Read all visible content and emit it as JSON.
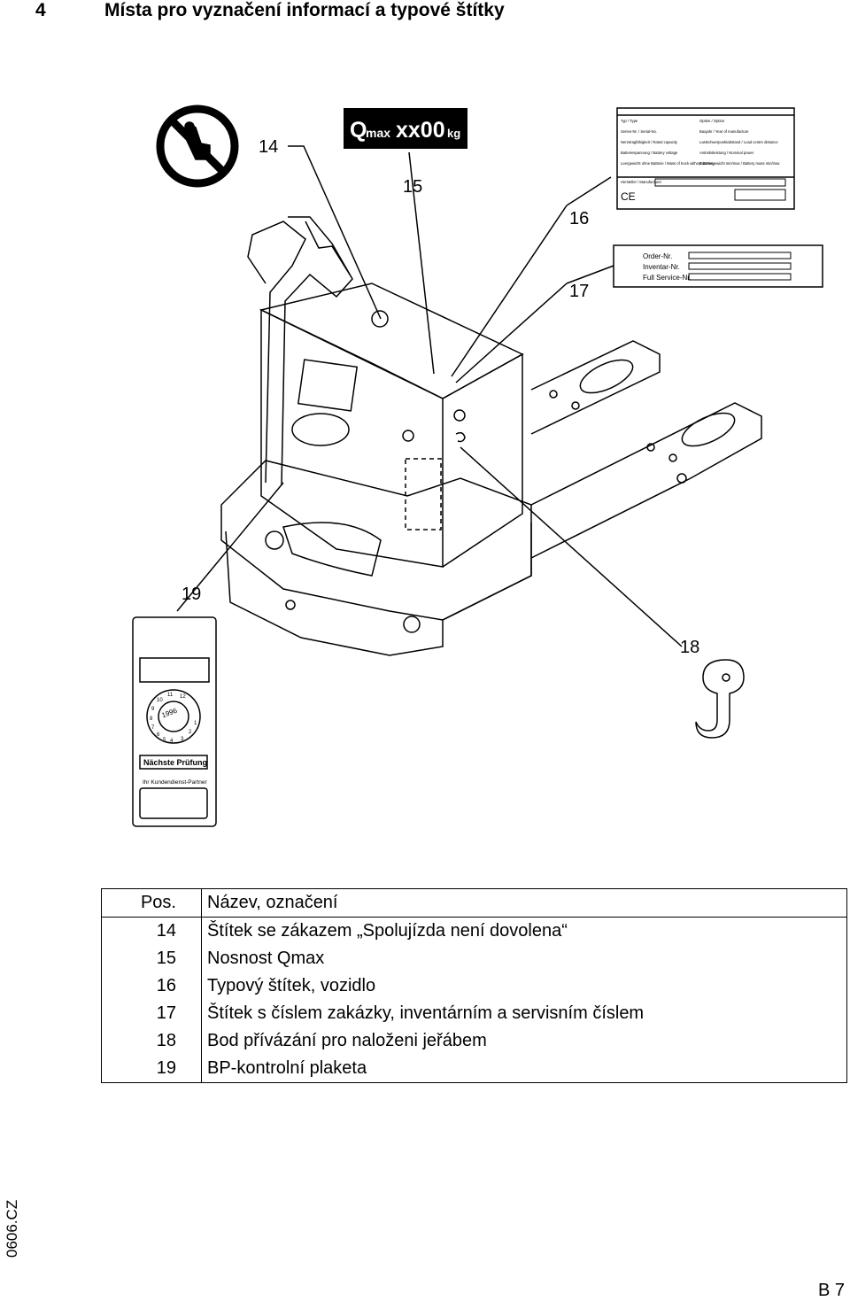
{
  "heading": {
    "number": "4",
    "title": "Místa pro vyznačení informací a typové štítky"
  },
  "callouts": {
    "c14": "14",
    "c15": "15",
    "c16": "16",
    "c17": "17",
    "c18": "18",
    "c19": "19"
  },
  "qmax_label": {
    "q": "Q",
    "max": "max",
    "value": "xx00",
    "unit": "kg"
  },
  "type_plate": {
    "left": [
      "Typ / Type",
      "Serien-Nr. / Serial-No.",
      "Nenntragfähigkeit / Rated capacity",
      "Batteriespannung / Battery voltage",
      "Leergewicht ohne Batterie / Mass of truck without battery"
    ],
    "right": [
      "Option / Option",
      "Baujahr / Year of manufacture",
      "Lastschwerpunktabstand / Load centre distance",
      "Antriebsleistung / Nominal power",
      "Batteriegewicht min/max / Battery mass min/max"
    ],
    "manufacturer": "Hersteller / Manufacturer",
    "ce": "CE"
  },
  "order_plate": {
    "lines": [
      "Order-Nr.",
      "Inventar-Nr.",
      "Full Service-Nr."
    ]
  },
  "inspection": {
    "year": "1996",
    "months": [
      "12",
      "11",
      "10",
      "9",
      "8",
      "7",
      "6",
      "5",
      "4",
      "3",
      "2",
      "1"
    ],
    "next": "Nächste  Prüfung",
    "partner": "Ihr Kundendienst-Partner"
  },
  "table": {
    "header": {
      "pos": "Pos.",
      "name": "Název, označení"
    },
    "rows": [
      {
        "pos": "14",
        "name": "Štítek se zákazem „Spolujízda není dovolena“"
      },
      {
        "pos": "15",
        "name": "Nosnost Qmax"
      },
      {
        "pos": "16",
        "name": "Typový štítek, vozidlo"
      },
      {
        "pos": "17",
        "name": "Štítek s číslem zakázky, inventárním a servisním číslem"
      },
      {
        "pos": "18",
        "name": "Bod přívázání pro naloženi jeřábem"
      },
      {
        "pos": "19",
        "name": "BP-kontrolní plaketa"
      }
    ]
  },
  "footer": {
    "doc_code": "0606.CZ",
    "page": "B 7"
  }
}
